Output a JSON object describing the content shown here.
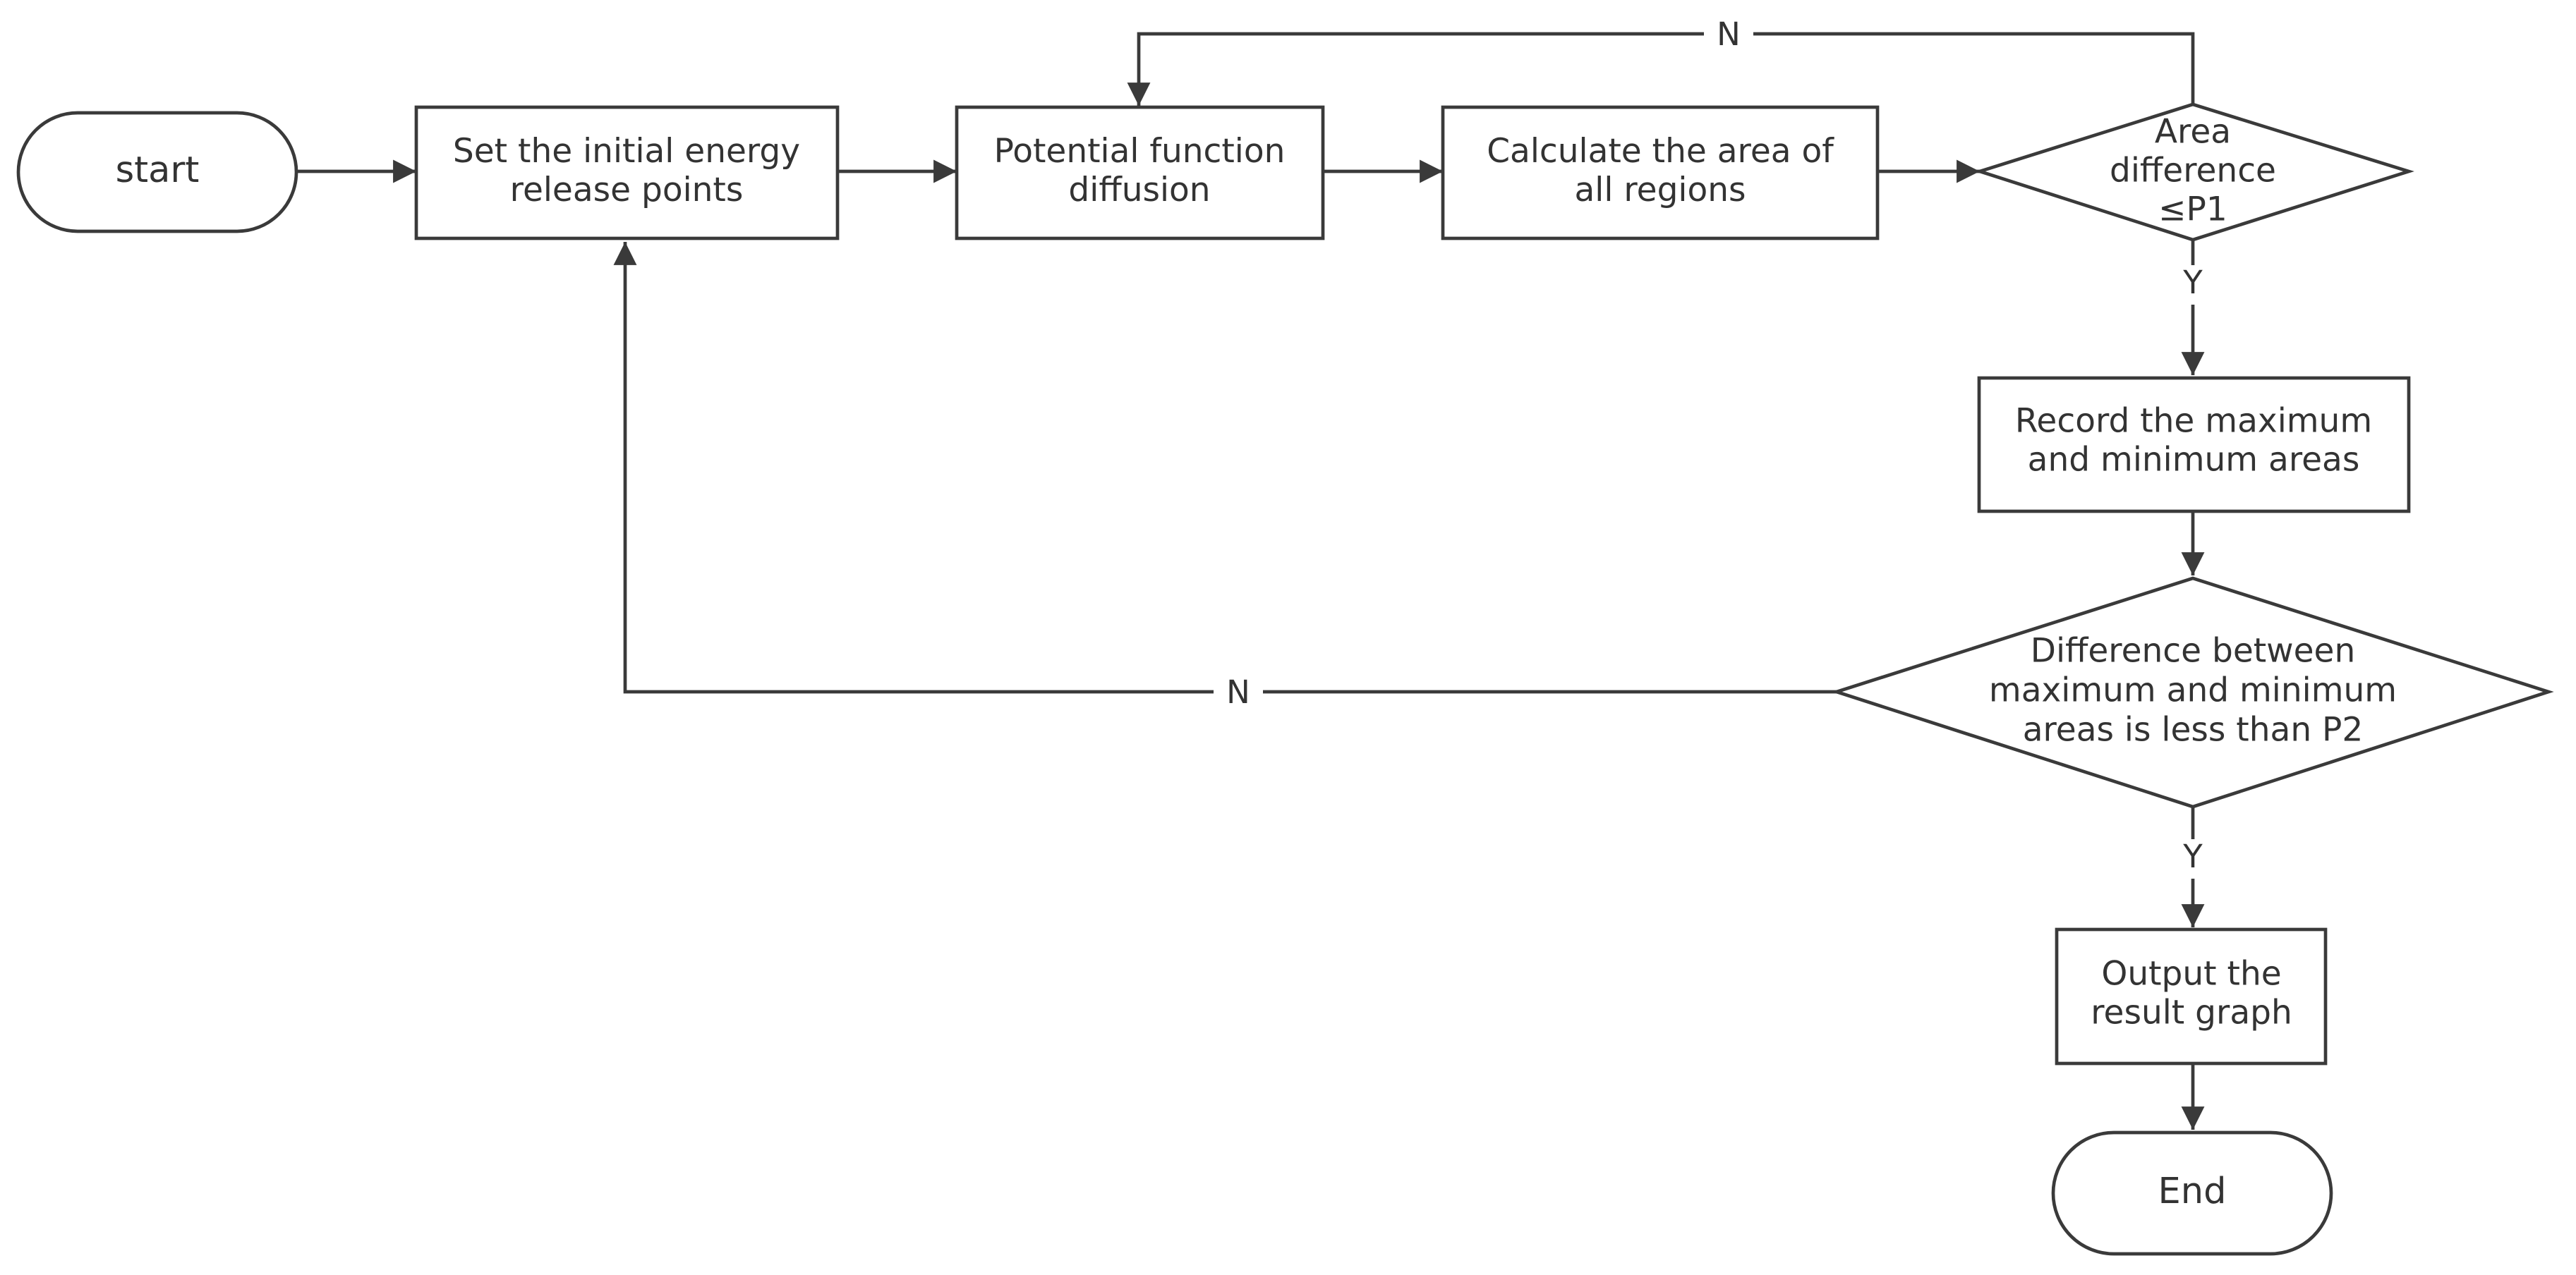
{
  "diagram": {
    "nodes": {
      "start": {
        "label": "start"
      },
      "set_points": {
        "label_lines": [
          "Set the initial energy",
          "release points"
        ]
      },
      "diffusion": {
        "label_lines": [
          "Potential function",
          "diffusion"
        ]
      },
      "calc_area": {
        "label_lines": [
          "Calculate the area of",
          "all regions"
        ]
      },
      "area_check": {
        "label_lines": [
          "Area",
          "difference",
          "≤P1"
        ]
      },
      "record": {
        "label_lines": [
          "Record the maximum",
          "and minimum areas"
        ]
      },
      "diff_check": {
        "label_lines": [
          "Difference between",
          "maximum and minimum",
          "areas is less than P2"
        ]
      },
      "output": {
        "label_lines": [
          "Output the",
          "result graph"
        ]
      },
      "end": {
        "label": "End"
      }
    },
    "edges": {
      "area_no": "N",
      "area_yes": "Y",
      "diff_no": "N",
      "diff_yes": "Y"
    },
    "colors": {
      "stroke": "#3a3a3a",
      "text": "#333333",
      "background": "#ffffff"
    }
  }
}
